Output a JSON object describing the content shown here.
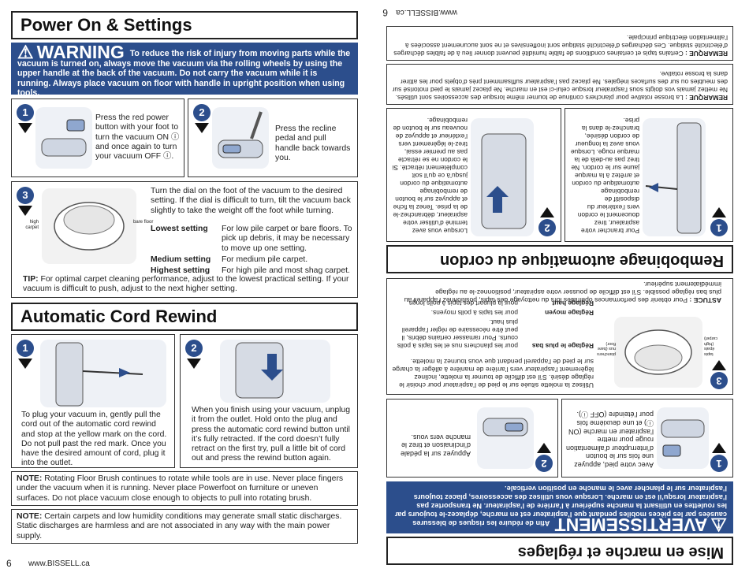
{
  "left": {
    "page_number": "6",
    "url": "www.BISSELL.ca",
    "power_heading": "Power On & Settings",
    "warning": {
      "label": "WARNING",
      "text": "To reduce the risk of injury from moving parts while the vacuum is turned on, always move the vacuum via the rolling wheels by using the upper handle at the back of the vacuum. Do not carry the vacuum while it is running. Always place vacuum on floor with handle in upright position when using tools."
    },
    "step1": {
      "num": "1",
      "text": "Press the red power button with your foot to turn the vacuum ON ⓘ and once again to turn your vacuum OFF ⓘ."
    },
    "step2": {
      "num": "2",
      "text": "Press the recline pedal and pull handle back towards you."
    },
    "step3": {
      "num": "3",
      "intro": "Turn the dial on the foot of the vacuum to the desired setting. If the dial is difficult to turn, tilt the vacuum back slightly to take the weight off the foot while turning.",
      "dial_left": "high carpet",
      "dial_right": "bare floor",
      "settings": [
        {
          "name": "Lowest setting",
          "desc": "For low pile carpet or bare floors. To pick up debris, it may be necessary to move up one setting."
        },
        {
          "name": "Medium setting",
          "desc": "For medium pile carpet."
        },
        {
          "name": "Highest setting",
          "desc": "For high pile and most shag carpet."
        }
      ],
      "tip_label": "TIP:",
      "tip": "For optimal carpet cleaning performance, adjust to the lowest practical setting. If your vacuum is difficult to push, adjust to the next higher setting."
    },
    "cord_heading": "Automatic Cord Rewind",
    "cord1": {
      "num": "1",
      "text": "To plug your vacuum in, gently pull the cord out of the automatic cord rewind and stop at the yellow mark on the cord. Do not pull past the red mark. Once you have the desired amount of cord, plug it into the outlet."
    },
    "cord2": {
      "num": "2",
      "text": "When you finish using your vacuum, unplug it from the outlet. Hold onto the plug and press the automatic cord rewind button until it’s fully retracted. If the cord doesn’t fully retract on the first try, pull a little bit of cord out and press the rewind button again."
    },
    "note1_label": "NOTE:",
    "note1": "Rotating Floor Brush continues to rotate while tools are in use. Never place fingers under the vacuum when it is running. Never place Powerfoot on furniture or uneven surfaces. Do not place vacuum close enough to objects to pull into rotating brush.",
    "note2_label": "NOTE:",
    "note2": "Certain carpets and low humidity conditions may generate small static discharges. Static discharges are harmless and are not associated in any way with the main power supply."
  },
  "right": {
    "page_number": "6",
    "url": "www.BISSELL.ca",
    "power_heading": "Mise en marche et réglages",
    "warning": {
      "label": "AVERTISSEMENT",
      "text": "Afin de réduire les risques de blessures causées par les pièces mobiles pendant que l’aspirateur est en marche, déplacez-le toujours par les roulettes en utilisant la manche supérieur à l’arrière de l’aspirateur. Ne transportez pas l’aspirateur lorsqu’il est en marche. Lorsque vous utilisez des accessoires, placez toujours l’aspirateur sur le plancher avec le manche en position verticale."
    },
    "step1": {
      "num": "1",
      "text": "Avec votre pied, appuyez une fois sur le bouton d’interrupteur d’alimentation rouge pour mettre l’aspirateur en marche (ON ⓘ) et une deuxième fois pour l’éteindre (OFF ⓘ)."
    },
    "step2": {
      "num": "2",
      "text": "Appuyez sur la pédale d’inclinaison et tirez le manche vers vous."
    },
    "step3": {
      "num": "3",
      "intro": "Utilisez la molette située sur le pied de l’aspirateur pour choisir le réglage désiré. S’il est difficile de tourner la molette, inclinez légèrement l’aspirateur vers l’arrière de manière à alléger la charge sur le pied de l’appareil pendant que vous tournez la molette.",
      "dial_left": "tapis épais (high carpet)",
      "dial_right": "planchers nus (bare floor)",
      "settings": [
        {
          "name": "Réglage le plus bas",
          "desc": "pour les planchers nus et les tapis à poils courts. Pour ramasser certains débris, il peut être nécessaire de régler l’appareil plus haut."
        },
        {
          "name": "Réglage moyen",
          "desc": "pour les tapis à poils moyens."
        },
        {
          "name": "Réglage haut",
          "desc": "pour la plupart des tapis à poils longs."
        }
      ],
      "tip_label": "ASTUCE :",
      "tip": "Pour obtenir des performances optimales lors du nettoyage des tapis, positionnez l’appareil au plus bas réglage possible. S’il est difficile de pousser votre aspirateur, positionnez-le au réglage immédiatement supérieur."
    },
    "cord_heading": "Rembobinage automatique du cordon",
    "cord1": {
      "num": "1",
      "text": "Pour brancher votre aspirateur, tirez doucement le cordon vers l’extérieur du dispositif de rembobinage automatique du cordon et arrêtez à la marque jaune sur le cordon. Ne tirez pas au-delà de la marque rouge. Lorsque vous avez la longueur de cordon désirée, branchez-le dans la prise."
    },
    "cord2": {
      "num": "2",
      "text": "Lorsque vous avez terminé d’utiliser votre aspirateur, débranchez-le de la prise. Tenez la fiche et appuyez sur le bouton de rembobinage automatique du cordon jusqu’à ce qu’il soit complètement rétracté. Si le cordon ne se rétracte pas au premier essai, tirez-le légèrement vers l’extérieur et appuyez de nouveau sur le bouton de rembobinage."
    },
    "note1_label": "REMARQUE :",
    "note1": "La brosse rotative pour planchers continue de tourner même lorsque des accessoires sont utilisés. Ne mettez jamais vos doigts sous l’aspirateur lorsque celui-ci est en marche. Ne placez jamais le pied motorisé sur des meubles ou sur des surfaces inégales. Ne placez pas l’aspirateur suffisamment près d’objets pour les attirer dans la brosse rotative.",
    "note2_label": "REMARQUE :",
    "note2": "Certains tapis et certaines conditions de faible humidité peuvent donner lieu à de faibles décharges d’électricité statique. Ces décharges d’électricité statique sont inoffensives et ne sont aucunement associées à l’alimentation électrique principale."
  }
}
